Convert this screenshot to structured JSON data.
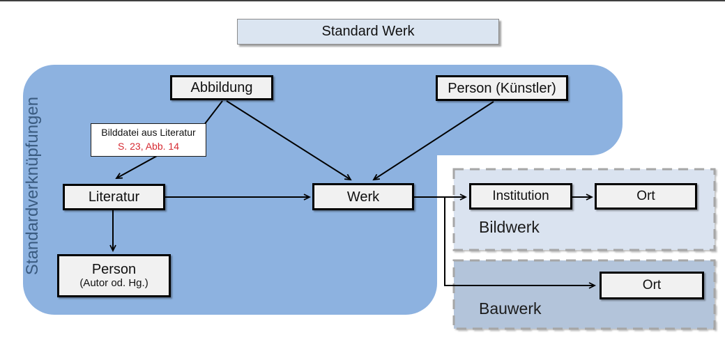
{
  "page": {
    "top_border_color": "#3f3f3f",
    "background": "#ffffff"
  },
  "title": {
    "label": "Standard Werk",
    "fill": "#dbe5f1"
  },
  "container": {
    "label": "Standardverknüpfungen",
    "fill": "#8db2e0",
    "label_color": "#3a5b80"
  },
  "nodes": {
    "abbildung": {
      "label": "Abbildung"
    },
    "person_kuenstler": {
      "label": "Person (Künstler)"
    },
    "literatur": {
      "label": "Literatur"
    },
    "werk": {
      "label": "Werk"
    },
    "person_autor": {
      "label": "Person",
      "sublabel": "(Autor od. Hg.)"
    },
    "institution": {
      "label": "Institution"
    },
    "ort_bildwerk": {
      "label": "Ort"
    },
    "ort_bauwerk": {
      "label": "Ort"
    },
    "node_fill": "#f1f1f1",
    "node_border": "#000000"
  },
  "annotation": {
    "line1": "Bilddatei aus Literatur",
    "line2": "S. 23, Abb. 14",
    "line2_color": "#d62a32"
  },
  "panels": {
    "bildwerk": {
      "label": "Bildwerk",
      "fill": "#dae3f0",
      "border": "#a6a6a6"
    },
    "bauwerk": {
      "label": "Bauwerk",
      "fill": "#b3c4da",
      "border": "#a6a6a6"
    }
  },
  "arrows": {
    "color": "#000000",
    "list": [
      "abbildung-to-literatur",
      "abbildung-to-werk",
      "person-kuenstler-to-werk",
      "literatur-to-werk",
      "literatur-to-person-autor",
      "werk-to-institution",
      "werk-to-ort-bauwerk",
      "institution-to-ort"
    ]
  }
}
